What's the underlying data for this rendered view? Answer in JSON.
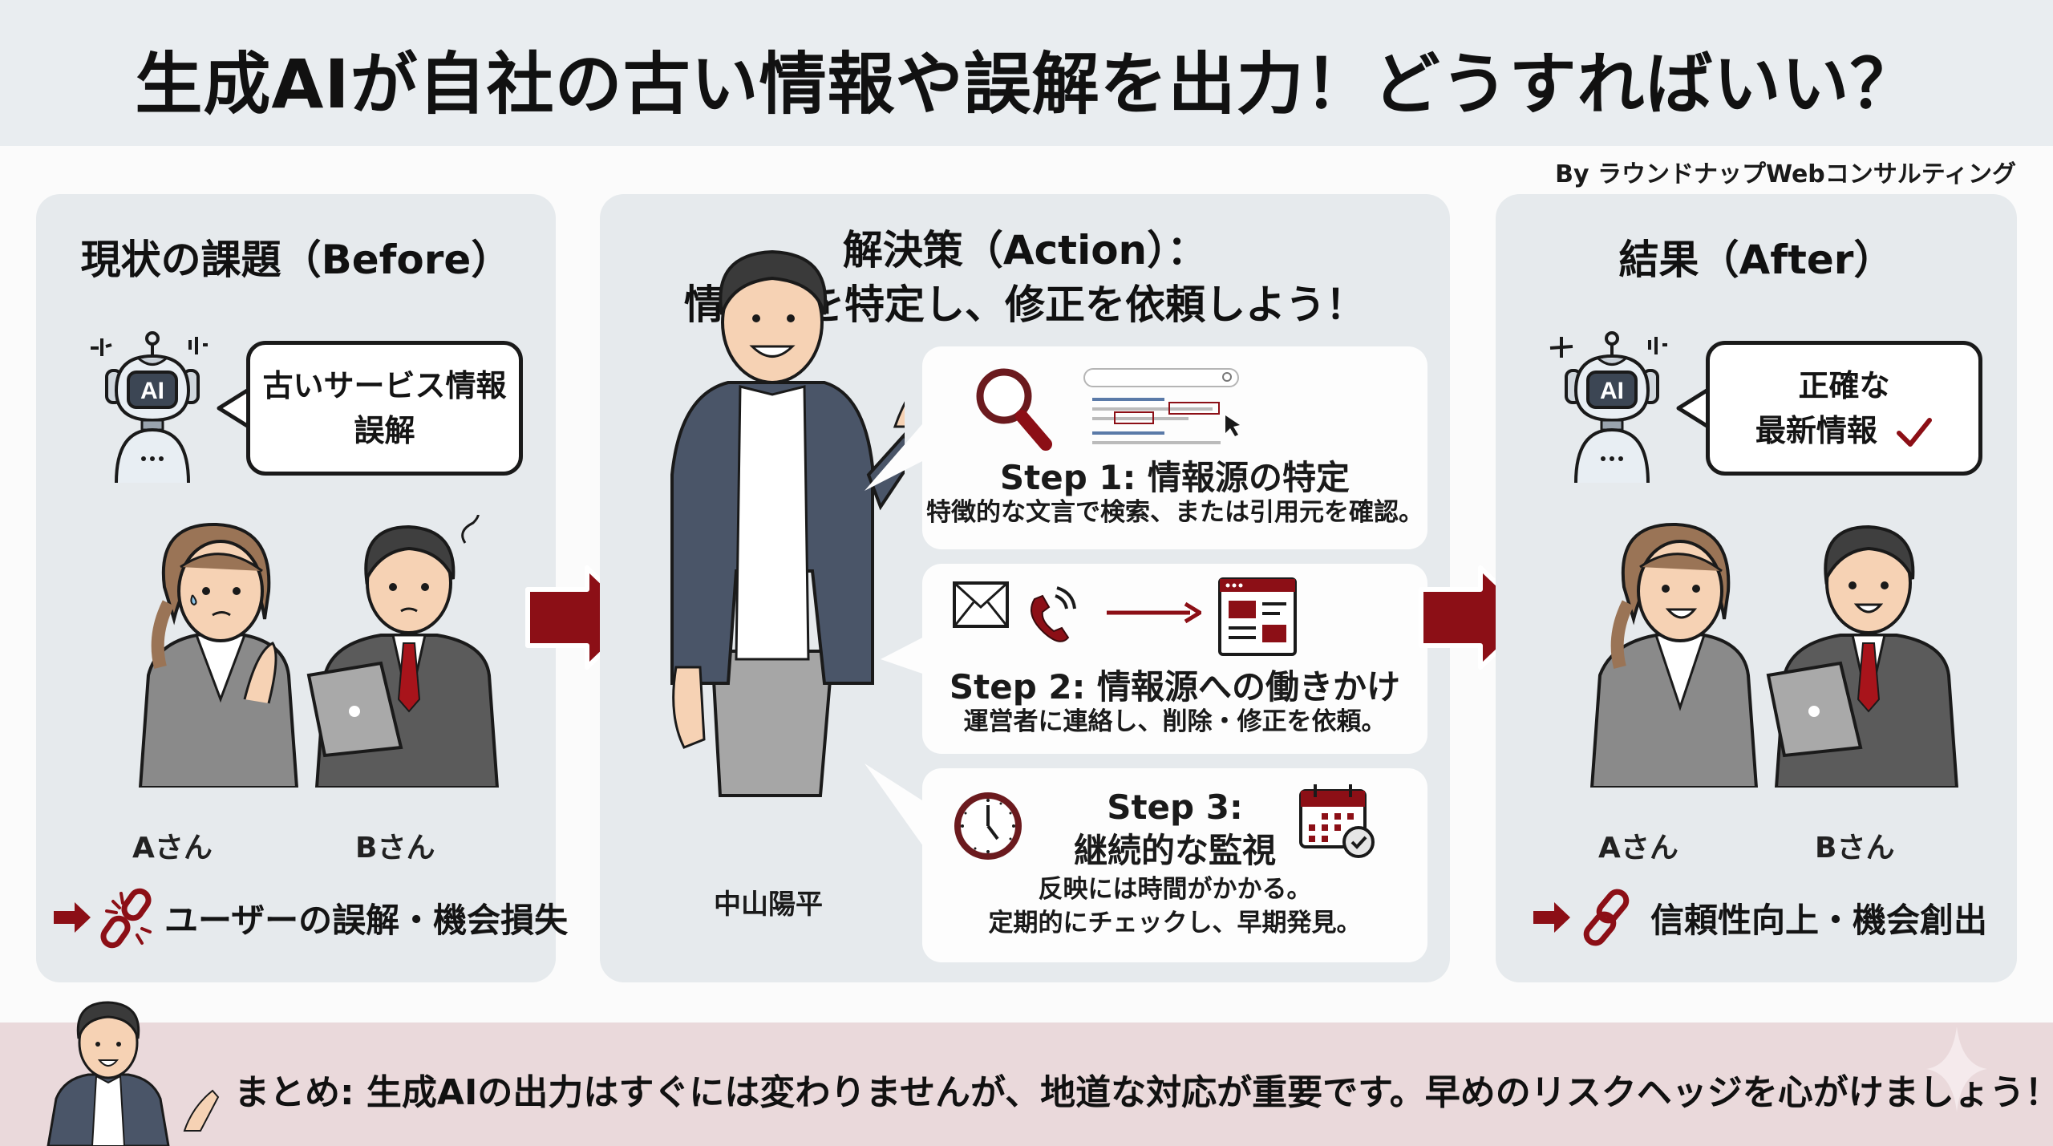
{
  "header": {
    "title": "生成AIが自社の古い情報や誤解を出力！どうすればいい？",
    "byline": "By ラウンドナップWebコンサルティング"
  },
  "before": {
    "title": "現状の課題（Before）",
    "robot_label": "AI",
    "bubble_lines": [
      "古いサービス情報",
      "誤解"
    ],
    "people": [
      "Aさん",
      "Bさん"
    ],
    "outcome": "ユーザーの誤解・機会損失",
    "outcome_icon": "broken-link-icon"
  },
  "action": {
    "title_line1": "解決策（Action）：",
    "title_line2": "情報源を特定し、修正を依頼しよう！",
    "presenter_name": "中山陽平",
    "steps": [
      {
        "title": "Step 1: 情報源の特定",
        "desc": [
          "特徴的な文言で検索、または引用元を確認。"
        ],
        "icons": [
          "magnifier-icon",
          "search-results-icon",
          "cursor-icon"
        ]
      },
      {
        "title": "Step 2: 情報源への働きかけ",
        "desc": [
          "運営者に連絡し、削除・修正を依頼。"
        ],
        "icons": [
          "mail-icon",
          "phone-icon",
          "arrow-right-icon",
          "webpage-icon"
        ]
      },
      {
        "title_line1": "Step 3:",
        "title_line2": "継続的な監視",
        "desc": [
          "反映には時間がかかる。",
          "定期的にチェックし、早期発見。"
        ],
        "icons": [
          "clock-icon",
          "calendar-check-icon"
        ]
      }
    ]
  },
  "after": {
    "title": "結果（After）",
    "robot_label": "AI",
    "bubble_lines": [
      "正確な",
      "最新情報"
    ],
    "people": [
      "Aさん",
      "Bさん"
    ],
    "outcome": "信頼性向上・機会創出",
    "outcome_icon": "link-icon"
  },
  "footer": {
    "summary": "まとめ: 生成AIの出力はすぐには変わりませんが、地道な対応が重要です。早めのリスクヘッジを心がけましょう！"
  },
  "colors": {
    "accent": "#8c0f16",
    "panel_bg": "#e6eaed",
    "header_bg": "#e9edf0",
    "footer_bg": "#ead9db",
    "card_bg": "#fdfdfd"
  }
}
